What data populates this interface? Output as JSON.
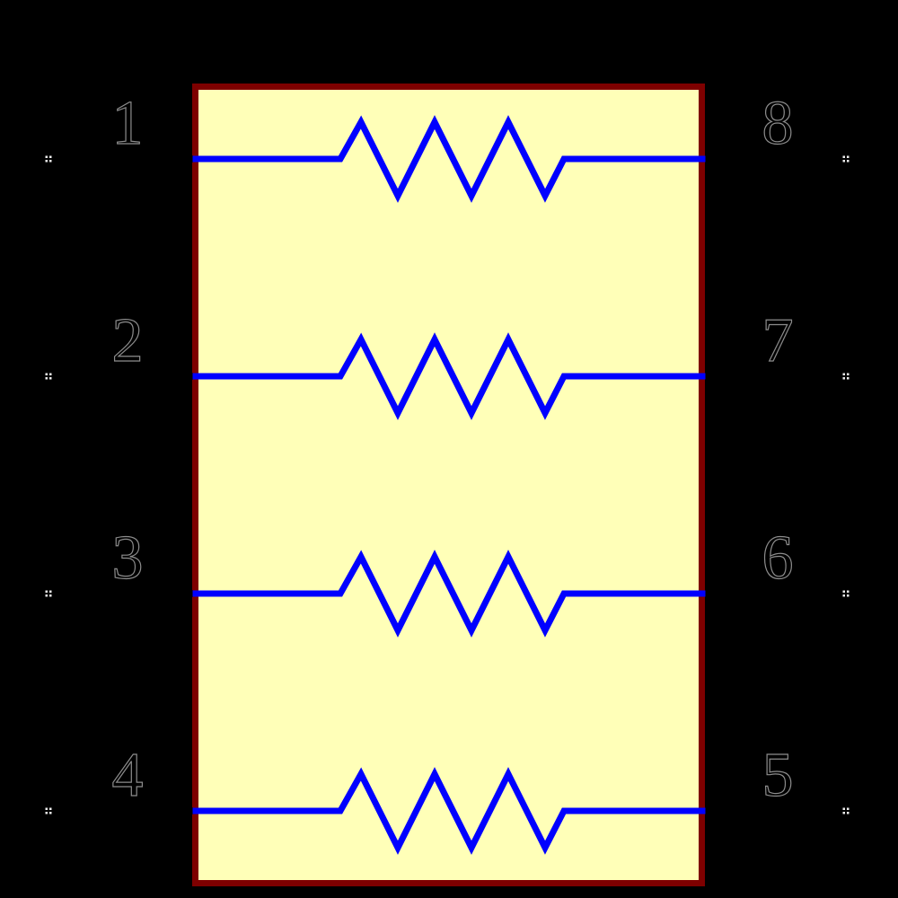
{
  "diagram": {
    "type": "resistor-network-schematic",
    "resistor_count": 4,
    "pins": {
      "left": [
        "1",
        "2",
        "3",
        "4"
      ],
      "right": [
        "8",
        "7",
        "6",
        "5"
      ]
    },
    "connections": [
      {
        "from": "1",
        "to": "8"
      },
      {
        "from": "2",
        "to": "7"
      },
      {
        "from": "3",
        "to": "6"
      },
      {
        "from": "4",
        "to": "5"
      }
    ],
    "colors": {
      "background": "#000000",
      "body_fill": "#FFFFB8",
      "body_border": "#7E0000",
      "resistor": "#0000FF",
      "pin_label_fill": "#000000",
      "pin_label_outline": "#8C8C8C",
      "endpoint_marker": "#ECECEC",
      "pin_stub": "#000000"
    }
  }
}
